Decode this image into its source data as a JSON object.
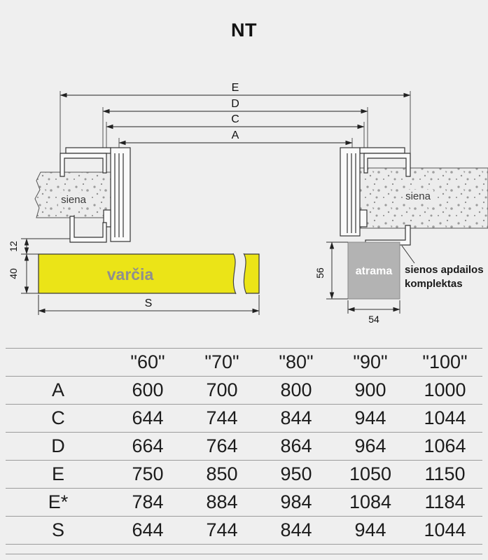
{
  "title": "NT",
  "diagram": {
    "dims": {
      "E": "E",
      "D": "D",
      "C": "C",
      "A": "A",
      "S": "S",
      "h40": "40",
      "h12": "12",
      "h56": "56",
      "w54": "54"
    },
    "wall_label_left": "siena",
    "wall_label_right": "siena",
    "door_leaf_label": "varčia",
    "support_label": "atrama",
    "kit_label_line1": "sienos apdailos",
    "kit_label_line2": "komplektas",
    "colors": {
      "door_leaf": "#ebe417",
      "support": "#b3b3b3",
      "background": "#efefef"
    }
  },
  "table": {
    "size_headers": [
      "\"60\"",
      "\"70\"",
      "\"80\"",
      "\"90\"",
      "\"100\""
    ],
    "rows": [
      {
        "label": "A",
        "values": [
          "600",
          "700",
          "800",
          "900",
          "1000"
        ]
      },
      {
        "label": "C",
        "values": [
          "644",
          "744",
          "844",
          "944",
          "1044"
        ]
      },
      {
        "label": "D",
        "values": [
          "664",
          "764",
          "864",
          "964",
          "1064"
        ]
      },
      {
        "label": "E",
        "values": [
          "750",
          "850",
          "950",
          "1050",
          "1150"
        ]
      },
      {
        "label": "E*",
        "values": [
          "784",
          "884",
          "984",
          "1084",
          "1184"
        ]
      },
      {
        "label": "S",
        "values": [
          "644",
          "744",
          "844",
          "944",
          "1044"
        ]
      }
    ]
  }
}
